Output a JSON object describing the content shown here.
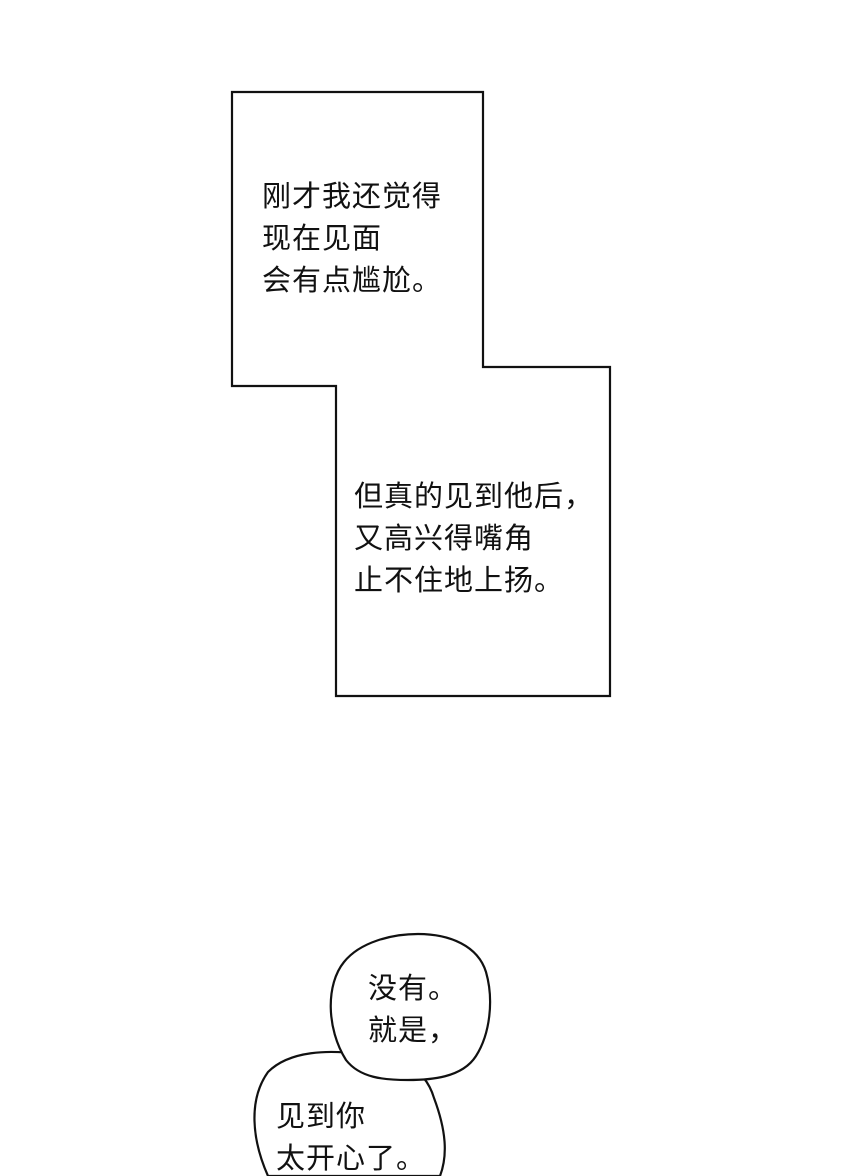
{
  "narration_box": {
    "upper_lines": [
      "刚才我还觉得",
      "现在见面",
      "会有点尴尬。"
    ],
    "lower_lines": [
      "但真的见到他后，",
      "又高兴得嘴角",
      "止不住地上扬。"
    ]
  },
  "speech_bubble_1": {
    "lines": [
      "没有。",
      "就是，"
    ]
  },
  "speech_bubble_2": {
    "lines": [
      "见到你",
      "太开心了。"
    ]
  },
  "colors": {
    "background": "#ffffff",
    "ink": "#111111"
  }
}
